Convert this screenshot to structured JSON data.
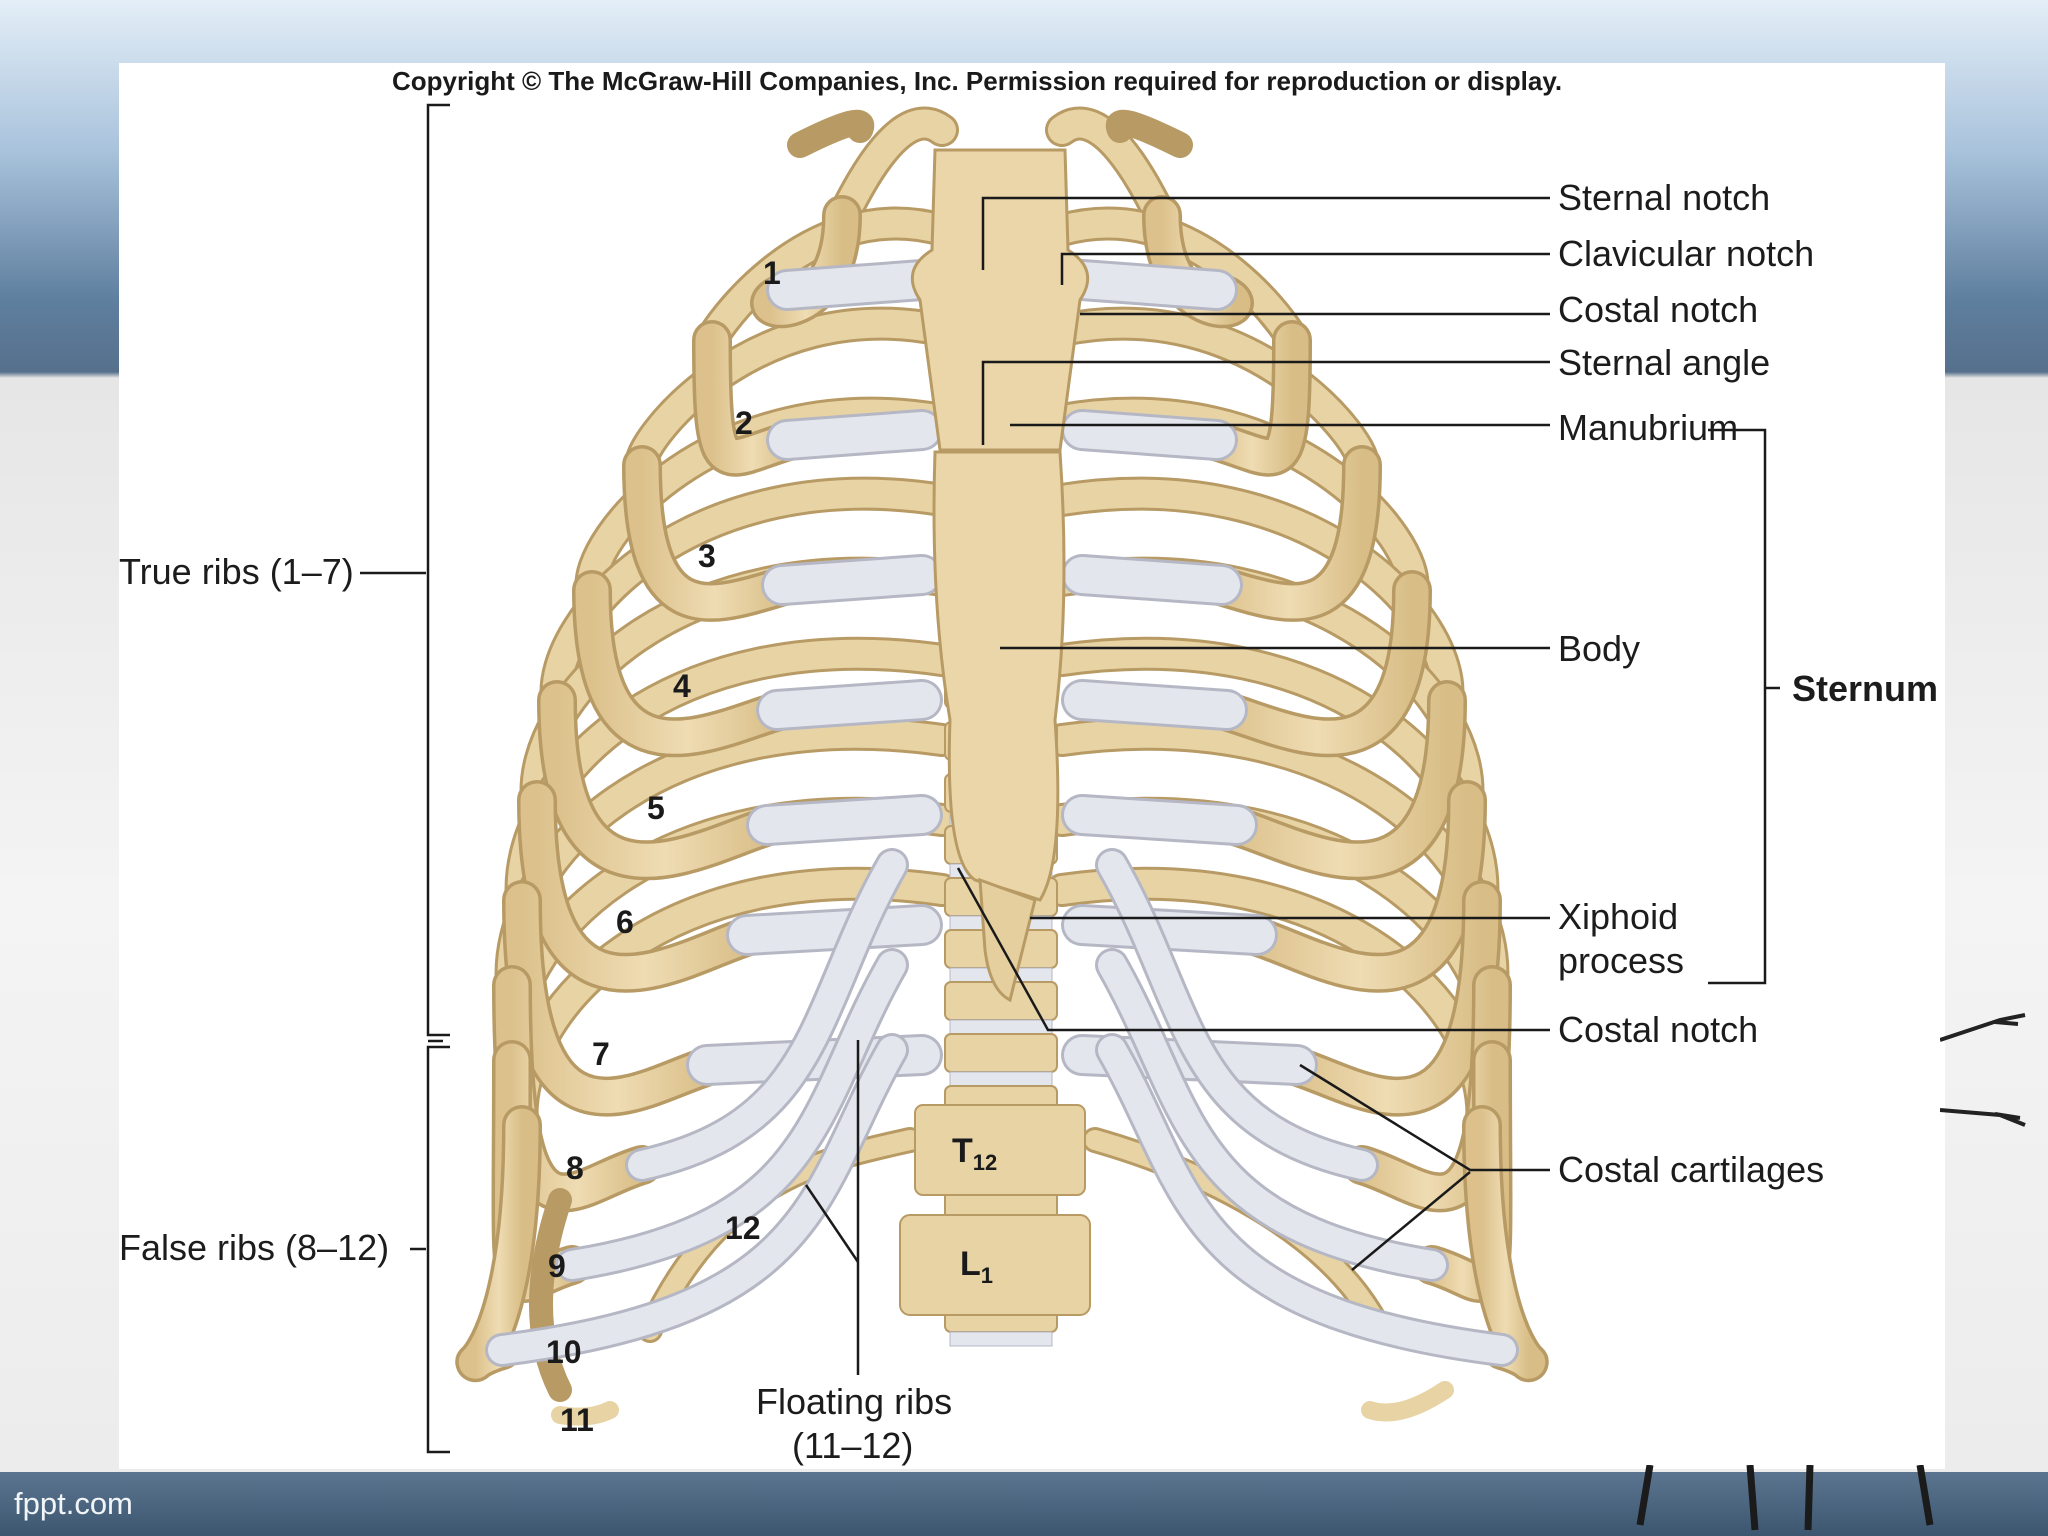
{
  "copyright": "Copyright © The McGraw-Hill Companies, Inc. Permission required for reproduction or display.",
  "footer": "fppt.com",
  "labels": {
    "sternal_notch": "Sternal notch",
    "clavicular_notch": "Clavicular notch",
    "costal_notch_top": "Costal notch",
    "sternal_angle": "Sternal angle",
    "manubrium": "Manubrium",
    "body": "Body",
    "sternum": "Sternum",
    "xiphoid_line1": "Xiphoid",
    "xiphoid_line2": "process",
    "costal_notch_bottom": "Costal notch",
    "costal_cartilages": "Costal cartilages",
    "true_ribs": "True ribs (1–7)",
    "false_ribs": "False ribs (8–12)",
    "floating_line1": "Floating ribs",
    "floating_line2": "(11–12)"
  },
  "rib_numbers": [
    "1",
    "2",
    "3",
    "4",
    "5",
    "6",
    "7",
    "8",
    "9",
    "10",
    "11",
    "12"
  ],
  "vertebrae": {
    "t12": {
      "letter": "T",
      "sub": "12"
    },
    "l1": {
      "letter": "L",
      "sub": "1"
    }
  },
  "colors": {
    "bone": "#e8d3a4",
    "bone_edge": "#b89a64",
    "cartilage": "#e4e6ee",
    "cartilage_edge": "#b5b8c4",
    "leader": "#1a1a1a"
  }
}
